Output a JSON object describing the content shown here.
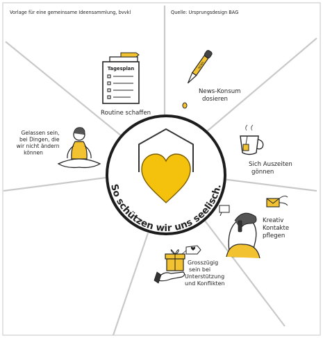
{
  "header": {
    "left_note": "Vorlage für eine gemeinsame Ideensammlung, bvvkl",
    "right_note": "Quelle: Ursprungsdesign BAG"
  },
  "center": {
    "slogan": "So schützen wir uns seelisch."
  },
  "segments": [
    {
      "label_lines": [
        "Routine schaffen"
      ],
      "icon": "clipboard-icon",
      "icon_text": "Tagesplan"
    },
    {
      "label_lines": [
        "News-Konsum",
        "dosieren"
      ],
      "icon": "dropper-icon",
      "icon_text": "NEWS"
    },
    {
      "label_lines": [
        "Sich Auszeiten",
        "gönnen"
      ],
      "icon": "teacup-icon"
    },
    {
      "label_lines": [
        "Kreativ",
        "Kontakte",
        "pflegen"
      ],
      "icon": "phone-person-icon"
    },
    {
      "label_lines": [
        "Grosszügig",
        "sein bei",
        "Unterstützung",
        "und Konflikten"
      ],
      "icon": "gift-hand-icon"
    },
    {
      "label_lines": [
        "Gelassen sein,",
        "bei Dingen, die",
        "wir nicht ändern",
        "können"
      ],
      "icon": "meditating-person-icon"
    }
  ],
  "colors": {
    "accent": "#f2c230",
    "heart": "#f4c20d",
    "ink": "#222222",
    "rays": "#c9c9c9"
  }
}
